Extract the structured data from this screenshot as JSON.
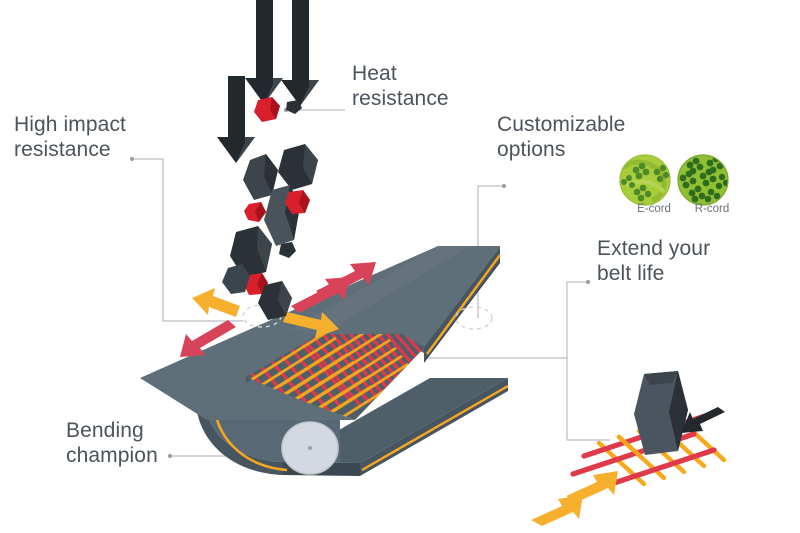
{
  "figure": {
    "title": "Conveyor belt performance features",
    "type": "isometric technical illustration",
    "background_color": "#ffffff",
    "text_color": "#4c535b"
  },
  "callouts": [
    {
      "id": "high-impact",
      "label": "High impact\nresistance",
      "position": "top-left",
      "leader": "right-then-down-then-right to impact circle on belt top surface"
    },
    {
      "id": "heat-resistance",
      "label": "Heat\nresistance",
      "position": "top-center",
      "leader": "horizontal left to glowing red rock"
    },
    {
      "id": "customizable-options",
      "label": "Customizable\noptions",
      "position": "top-right",
      "leader": "down to dashed circle on belt edge"
    },
    {
      "id": "extend-belt-life",
      "label": "Extend your\nbelt life",
      "position": "right",
      "leader": "left-then-down to belt cord layer and rock detail"
    },
    {
      "id": "bending-champion",
      "label": "Bending\nchampion",
      "position": "bottom-left",
      "leader": "horizontal right to pulley center"
    }
  ],
  "cord_types": [
    {
      "id": "e-cord",
      "label": "E-cord",
      "fill": "#a8cc3a",
      "floret_color": "#4f8a2a",
      "style": "light green with swirl fibers"
    },
    {
      "id": "r-cord",
      "label": "R-cord",
      "fill": "#8fbf33",
      "floret_color": "#2f6b1f",
      "style": "dense dark green florets"
    }
  ],
  "colors": {
    "belt_top": "#5b6b75",
    "belt_top_light": "#67767f",
    "belt_side": "#4a5a65",
    "belt_front": "#3f4d57",
    "cord_yellow": "#f5a623",
    "cord_red": "#e0394a",
    "cord_orange": "#f7a81b",
    "rock_dark": "#2b3137",
    "rock_mid": "#3d454c",
    "rock_hot": "#d91f2b",
    "arrow_dark": "#23282d",
    "arrow_red": "#d9435a",
    "arrow_orange": "#f7b02d",
    "pulley": "#d4d8e0",
    "leader_line": "#b9bcc0"
  },
  "elements": {
    "falling_arrows": 3,
    "falling_rocks": 11,
    "hot_rocks": 4,
    "impact_arrows": {
      "red": 2,
      "orange": 2
    },
    "mesh_cutaway": "red and orange crosshatch cord layer revealed in belt cutout",
    "pulley": "light disc at left end of looped belt",
    "detail_view": "dark rock pressing onto red/orange cord grid with black push arrow and two orange arrows"
  }
}
